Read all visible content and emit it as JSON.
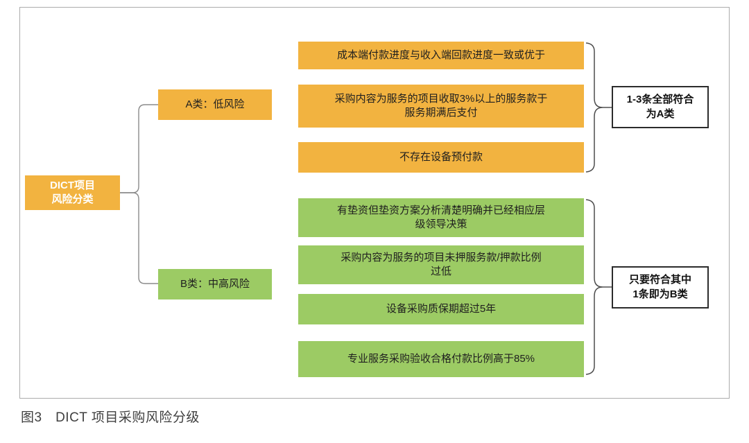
{
  "figure": {
    "caption": "图3　DICT 项目采购风险分级"
  },
  "colors": {
    "category_a": "#F2B340",
    "category_b": "#9CCB64",
    "rule_border": "#2b2b2b",
    "frame_border": "#ababab"
  },
  "root": {
    "label": "DICT项目\n风险分类"
  },
  "groups": [
    {
      "category": "A类：低风险",
      "color": "#F2B340",
      "conditions": [
        "成本端付款进度与收入端回款进度一致或优于",
        "采购内容为服务的项目收取3%以上的服务款于\n服务期满后支付",
        "不存在设备预付款"
      ],
      "rule": "1-3条全部符合\n为A类"
    },
    {
      "category": "B类：中高风险",
      "color": "#9CCB64",
      "conditions": [
        "有垫资但垫资方案分析清楚明确并已经相应层\n级领导决策",
        "采购内容为服务的项目未押服务款/押款比例\n过低",
        "设备采购质保期超过5年",
        "专业服务采购验收合格付款比例高于85%"
      ],
      "rule": "只要符合其中\n1条即为B类"
    }
  ]
}
